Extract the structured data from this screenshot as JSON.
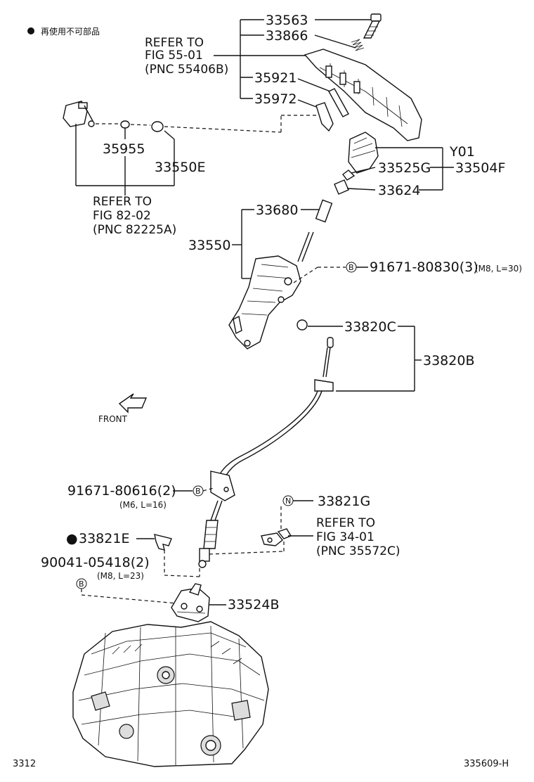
{
  "legend": {
    "marker": "●",
    "text": "再使用不可部品"
  },
  "parts": {
    "p33563": "33563",
    "p33866": "33866",
    "p35921": "35921",
    "p35972": "35972",
    "p35955": "35955",
    "p33550E": "33550E",
    "y01": "Y01",
    "p33525G": "33525G",
    "p33504F": "33504F",
    "p33624": "33624",
    "p33680": "33680",
    "p33550": "33550",
    "p91671_80830": "91671-80830(3)",
    "p91671_80830_spec": "(M8, L=30)",
    "p33820C": "33820C",
    "p33820B": "33820B",
    "p91671_80616": "91671-80616(2)",
    "p91671_80616_spec": "(M6, L=16)",
    "p33821G": "33821G",
    "p33821E": "33821E",
    "p33821E_marker": "●",
    "p90041_05418": "90041-05418(2)",
    "p90041_05418_spec": "(M8, L=23)",
    "p33524B": "33524B"
  },
  "refs": {
    "fig55": {
      "l1": "REFER TO",
      "l2": "FIG 55-01",
      "l3": "(PNC 55406B)"
    },
    "fig82": {
      "l1": "REFER TO",
      "l2": "FIG 82-02",
      "l3": "(PNC 82225A)"
    },
    "fig34": {
      "l1": "REFER TO",
      "l2": "FIG 34-01",
      "l3": "(PNC 35572C)"
    }
  },
  "circle_markers": {
    "b1": "B",
    "b2": "B",
    "b3": "B",
    "n1": "N"
  },
  "front_label": "FRONT",
  "corner": {
    "left": "3312",
    "right": "335609-H"
  }
}
